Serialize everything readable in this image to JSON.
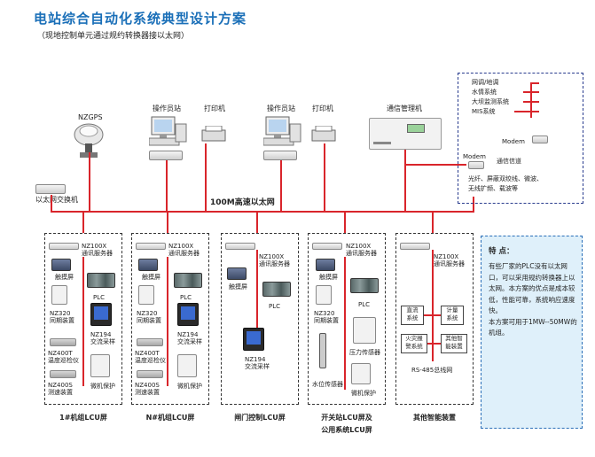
{
  "title": "电站综合自动化系统典型设计方案",
  "subtitle": "（现地控制单元通过规约转换器接以太网）",
  "top": {
    "nzgps": "NZGPS",
    "operator_station_1": "操作员站",
    "printer_1": "打印机",
    "operator_station_2": "操作员站",
    "printer_2": "打印机",
    "comm_manager": "通信管理机",
    "ethernet_switch": "以太网交换机",
    "network_label": "100M高速以太网"
  },
  "remote": {
    "items": [
      "网调/地调",
      "水情系统",
      "大坝监测系统",
      "MIS系统"
    ],
    "modem_1": "Modem",
    "modem_2": "Modem",
    "channel": "通信信道",
    "channel_desc_1": "光纤、屏蔽双绞线、微波、",
    "channel_desc_2": "无线扩频、载波等"
  },
  "cabinets": [
    {
      "name": "1#机组LCU屏",
      "comm_server": "NZ100X\n通讯服务器",
      "touch": "触摸屏",
      "plc": "PLC",
      "sync": "NZ320\n同期装置",
      "ac_sample": "NZ194\n交流采样",
      "temp": "NZ400T\n温度巡检仪",
      "relay": "微机保护",
      "speed": "NZ400S\n测速装置"
    },
    {
      "name": "N#机组LCU屏",
      "comm_server": "NZ100X\n通讯服务器",
      "touch": "触摸屏",
      "plc": "PLC",
      "sync": "NZ320\n同期装置",
      "ac_sample": "NZ194\n交流采样",
      "temp": "NZ400T\n温度巡检仪",
      "relay": "微机保护",
      "speed": "NZ400S\n测速装置"
    },
    {
      "name": "闸门控制LCU屏",
      "comm_server": "NZ100X\n通讯服务器",
      "touch": "触摸屏",
      "plc": "PLC",
      "ac_sample": "NZ194\n交流采样"
    },
    {
      "name_line1": "开关站LCU屏及",
      "name_line2": "公用系统LCU屏",
      "comm_server": "NZ100X\n通讯服务器",
      "touch": "触摸屏",
      "plc": "PLC",
      "sync": "NZ320\n同期装置",
      "pressure": "压力传感器",
      "water": "水位传感器",
      "relay": "微机保护"
    },
    {
      "name": "其他智能装置",
      "comm_server": "NZ100X\n通讯服务器",
      "dc": "直流\n系统",
      "meter": "计量\n系统",
      "fire": "火灾报\n警系统",
      "other": "其他智\n能装置",
      "bus": "RS-485总线网"
    }
  ],
  "note": {
    "title": "特  点：",
    "body": "有些厂家的PLC没有以太网口，可以采用规约转换器上以太网。本方案的优点是成本较低，性能可靠，系统响应速度快。",
    "body2": "本方案可用于1MW--50MW的机组。"
  }
}
